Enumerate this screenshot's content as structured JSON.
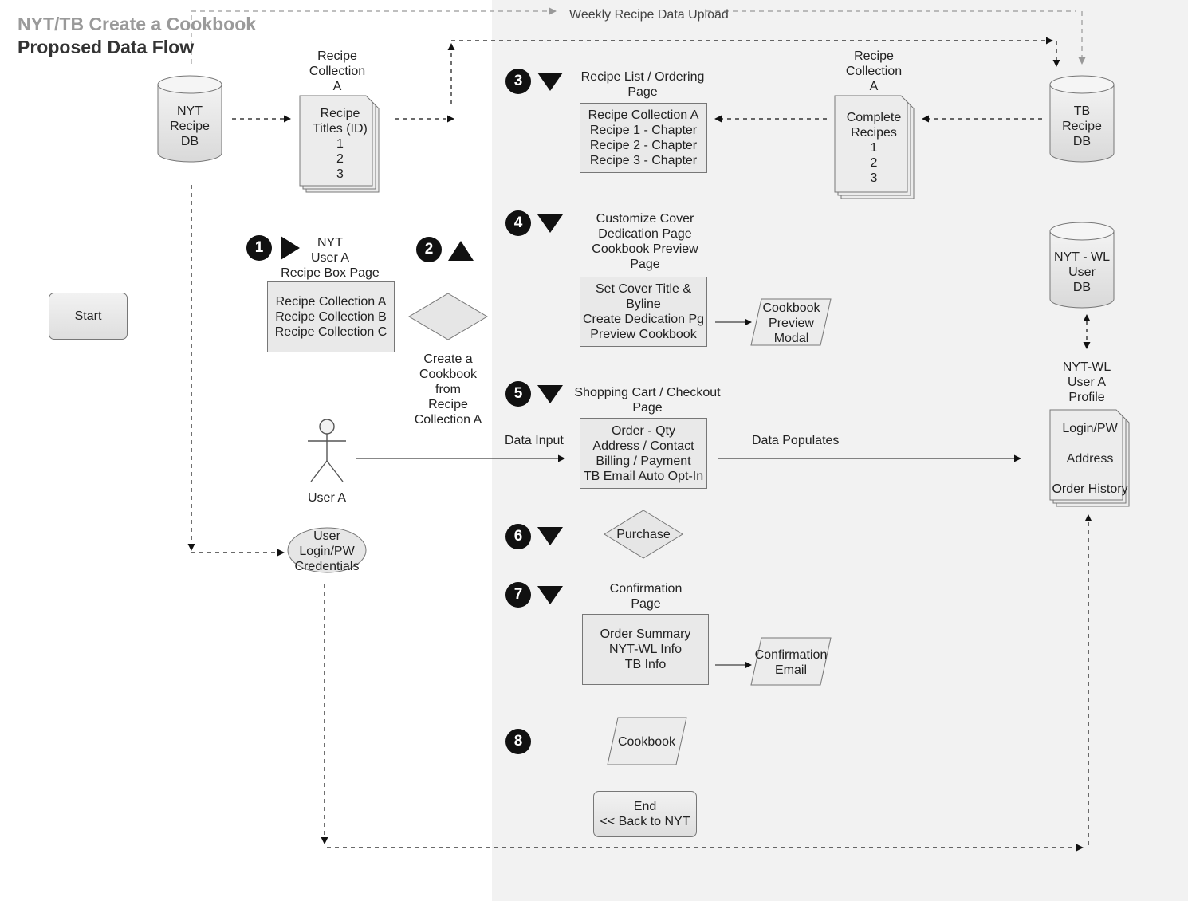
{
  "title": "NYT/TB Create a Cookbook",
  "subtitle": "Proposed Data Flow",
  "weekly_upload_label": "Weekly Recipe Data Upload",
  "start": "Start",
  "nyt_db": "NYT\nRecipe\nDB",
  "tb_db": "TB\nRecipe\nDB",
  "nytwl_db": "NYT - WL\nUser\nDB",
  "recipe_collection_label_left": "Recipe\nCollection\nA",
  "recipe_titles_doc": "Recipe\nTitles (ID)\n1\n2\n3",
  "recipe_collection_label_right": "Recipe\nCollection\nA",
  "complete_recipes_doc": "Complete\nRecipes\n1\n2\n3",
  "step1_label": "NYT\nUser A\nRecipe Box Page",
  "recipe_box_items": [
    "Recipe Collection A",
    "Recipe Collection B",
    "Recipe Collection C"
  ],
  "create_cookbook_text": "Create a\nCookbook\nfrom\nRecipe\nCollection A",
  "step3_label": "Recipe List / Ordering\nPage",
  "recipe_list": {
    "heading": "Recipe Collection A",
    "items": [
      "Recipe 1 - Chapter",
      "Recipe 2 - Chapter",
      "Recipe 3 - Chapter"
    ]
  },
  "step4_label": "Customize Cover\nDedication Page\nCookbook Preview\nPage",
  "customize_box": "Set Cover Title &\nByline\nCreate Dedication Pg\nPreview Cookbook",
  "preview_modal": "Cookbook\nPreview\nModal",
  "step5_label": "Shopping Cart / Checkout\nPage",
  "checkout_box": "Order - Qty\nAddress / Contact\nBilling / Payment\nTB Email Auto Opt-In",
  "data_input": "Data Input",
  "data_populates": "Data Populates",
  "user_a": "User A",
  "user_login": "User\nLogin/PW\nCredentials",
  "profile_label": "NYT-WL\nUser A\nProfile",
  "profile_doc": [
    "Login/PW",
    "Address",
    "Order History"
  ],
  "purchase": "Purchase",
  "step7_label": "Confirmation\nPage",
  "confirmation_box": "Order Summary\nNYT-WL Info\nTB Info",
  "confirmation_email": "Confirmation\nEmail",
  "cookbook": "Cookbook",
  "end": "End\n<< Back to NYT",
  "badges": [
    "1",
    "2",
    "3",
    "4",
    "5",
    "6",
    "7",
    "8"
  ]
}
